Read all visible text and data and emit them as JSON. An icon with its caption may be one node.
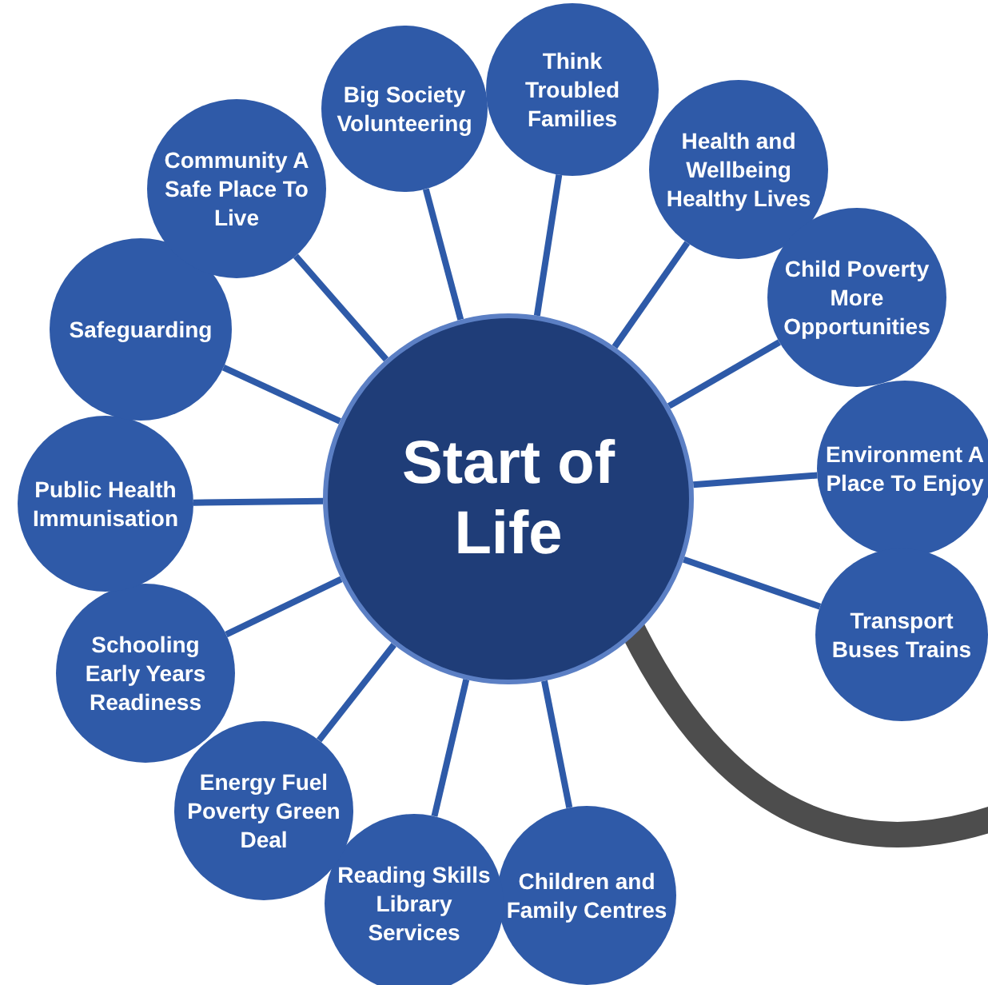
{
  "diagram": {
    "nodes": [
      {
        "text": [
          "Start of Life"
        ]
      },
      {
        "text": [
          "Big Society Volunteering"
        ]
      },
      {
        "text": [
          "Think Troubled Families"
        ]
      },
      {
        "text": [
          "Health and Wellbeing Healthy Lives"
        ]
      },
      {
        "text": [
          "Child Poverty More Opportunities"
        ]
      },
      {
        "text": [
          "Environment A Place To Enjoy"
        ]
      },
      {
        "text": [
          "Transport Buses Trains"
        ]
      },
      {
        "text": [
          "Children and Family Centres"
        ]
      },
      {
        "text": [
          "Reading Skills Library Services"
        ]
      },
      {
        "text": [
          "Energy Fuel Poverty Green Deal"
        ]
      },
      {
        "text": [
          "Schooling Early Years Readiness"
        ]
      },
      {
        "text": [
          "Public Health Immunisation"
        ]
      },
      {
        "text": [
          "Safeguarding"
        ]
      },
      {
        "text": [
          "Community A Safe Place To Live"
        ]
      }
    ],
    "edges": [
      {
        "from": 0,
        "to": 1,
        "arrow": "none"
      },
      {
        "from": 0,
        "to": 2,
        "arrow": "none"
      },
      {
        "from": 0,
        "to": 3,
        "arrow": "none"
      },
      {
        "from": 0,
        "to": 4,
        "arrow": "none"
      },
      {
        "from": 0,
        "to": 5,
        "arrow": "none"
      },
      {
        "from": 0,
        "to": 6,
        "arrow": "none"
      },
      {
        "from": 0,
        "to": 7,
        "arrow": "none"
      },
      {
        "from": 0,
        "to": 8,
        "arrow": "none"
      },
      {
        "from": 0,
        "to": 9,
        "arrow": "none"
      },
      {
        "from": 0,
        "to": 10,
        "arrow": "none"
      },
      {
        "from": 0,
        "to": 11,
        "arrow": "none"
      },
      {
        "from": 0,
        "to": 12,
        "arrow": "none"
      },
      {
        "from": 0,
        "to": 13,
        "arrow": "none"
      },
      {
        "from": 0,
        "to": null,
        "arrow": "none",
        "style": "thick",
        "color": "#4d4d4d"
      }
    ]
  }
}
